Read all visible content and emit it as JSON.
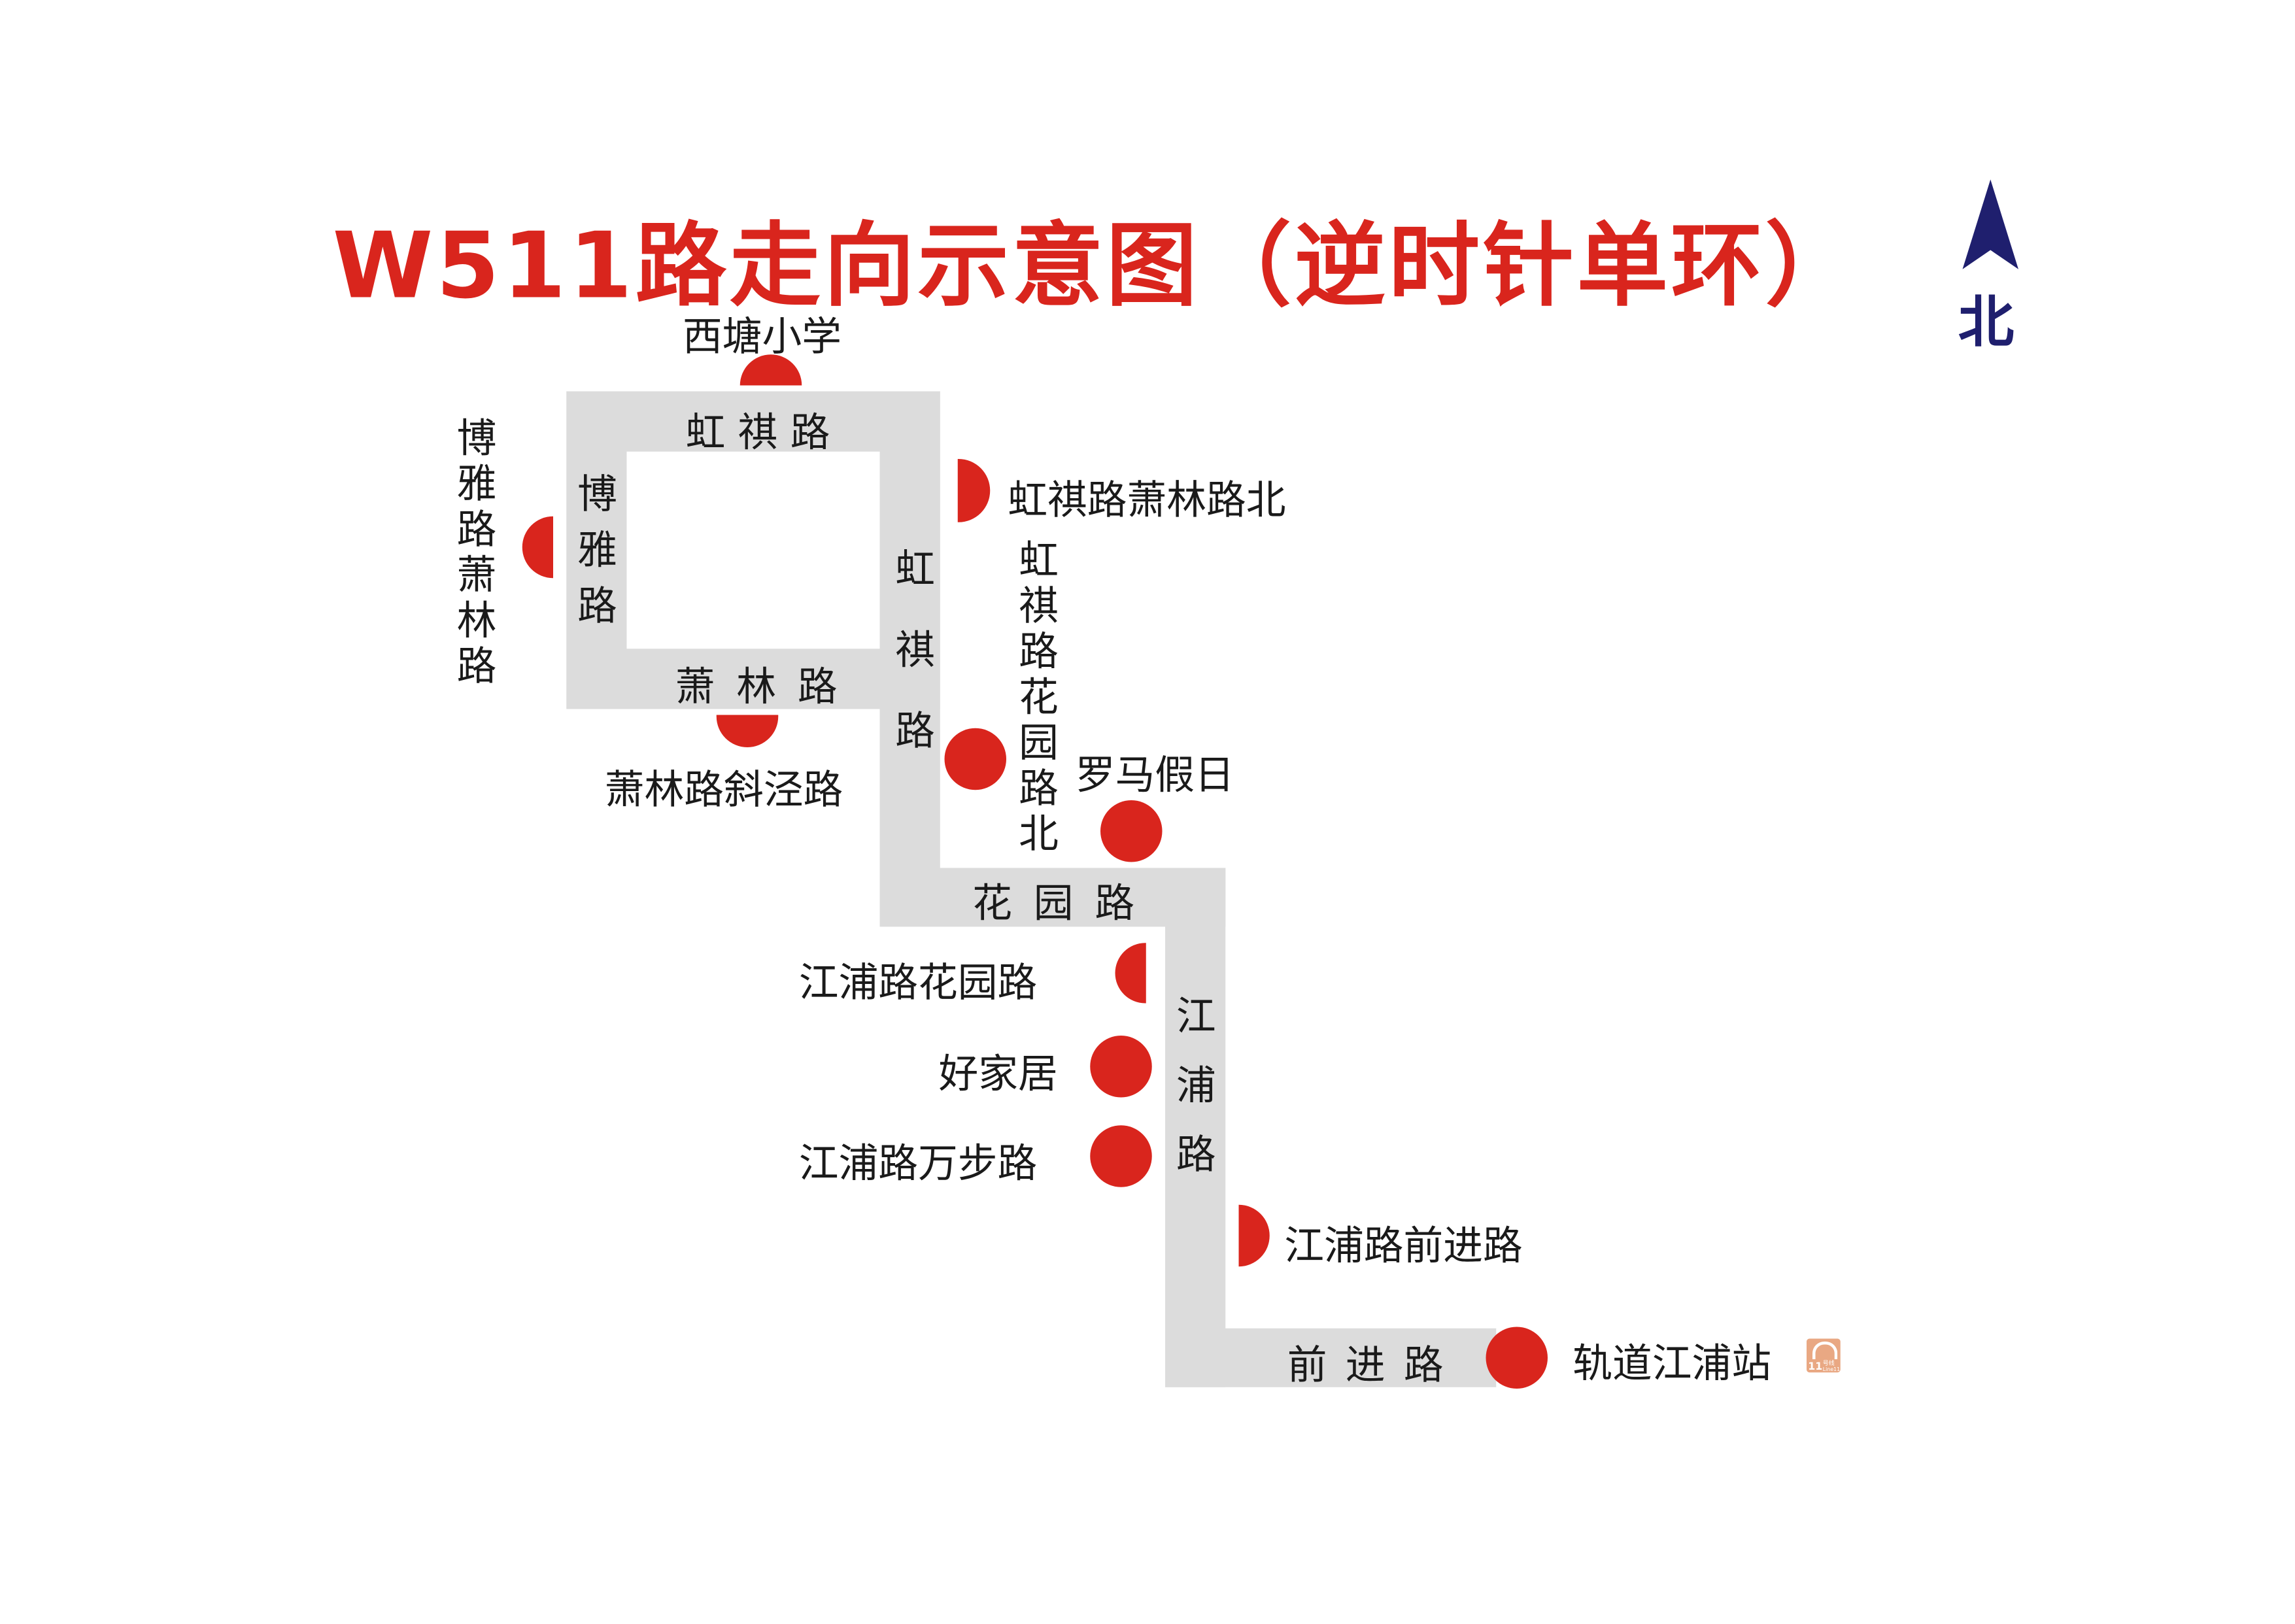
{
  "title": "W511路走向示意图（逆时针单环）",
  "north": {
    "label": "北",
    "icon": "north-arrow-icon",
    "color": "#1f1f6e"
  },
  "colors": {
    "title": "#d9251d",
    "stop": "#d9251d",
    "road": "#dcdcdc"
  },
  "roads": {
    "hongqi_top": "虹 祺 路",
    "boya": "博雅路",
    "xiaolin": "萧 林 路",
    "hongqi_side": "虹祺路",
    "huayuan": "花 园 路",
    "jiangpu": "江浦路",
    "qianjin": "前 进 路"
  },
  "stops": {
    "xitang": "西塘小学",
    "hongqi_xiaolin_north": "虹祺路萧林路北",
    "boya_xiaolin": "博雅路萧林路",
    "xiaolin_xiejing": "萧林路斜泾路",
    "hongqi_huayuan_north": "虹祺路花园路北",
    "luoma": "罗马假日",
    "jiangpu_huayuan": "江浦路花园路",
    "haojiaju": "好家居",
    "jiangpu_wanbu": "江浦路万步路",
    "jiangpu_qianjin": "江浦路前进路",
    "metro_jiangpu": "轨道江浦站"
  },
  "metro_badge": {
    "line": "11",
    "label": "号线",
    "sub": "Line11",
    "icon": "metro-line-11-icon",
    "color": "#e9a883"
  }
}
